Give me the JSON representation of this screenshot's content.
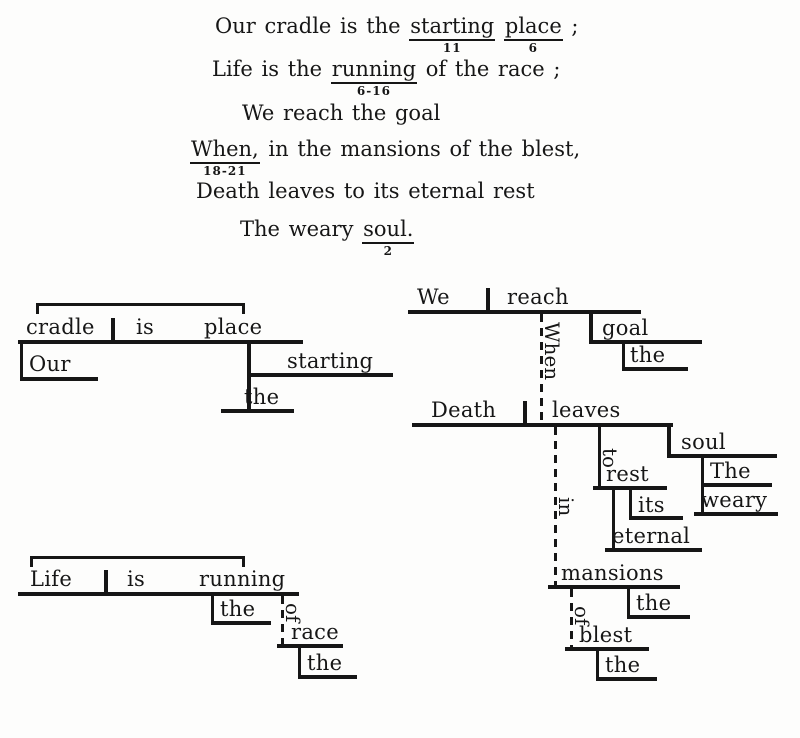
{
  "poem": {
    "lines": [
      {
        "segments": [
          {
            "text": "Our cradle is the "
          },
          {
            "text": "starting",
            "ref": "11"
          },
          {
            "text": " "
          },
          {
            "text": "place",
            "ref": "6"
          },
          {
            "text": " ;"
          }
        ]
      },
      {
        "segments": [
          {
            "text": "Life is the "
          },
          {
            "text": "running",
            "ref": "6-16"
          },
          {
            "text": " of the race ;"
          }
        ]
      },
      {
        "segments": [
          {
            "text": "We reach the goal"
          }
        ]
      },
      {
        "segments": [
          {
            "text": "When,",
            "ref": "18-21"
          },
          {
            "text": " in the mansions of the blest,"
          }
        ]
      },
      {
        "segments": [
          {
            "text": "Death leaves to its eternal rest"
          }
        ]
      },
      {
        "segments": [
          {
            "text": "The weary "
          },
          {
            "text": "soul.",
            "ref": "2"
          }
        ]
      }
    ]
  },
  "diagram_cradle": {
    "subject": "cradle",
    "verb": "is",
    "complement": "place",
    "mod_our": "Our",
    "mod_starting": "starting",
    "mod_the": "the"
  },
  "diagram_life": {
    "subject": "Life",
    "verb": "is",
    "complement": "running",
    "mod_the": "the",
    "prep_of": "of",
    "obj_race": "race",
    "race_the": "the"
  },
  "diagram_we_death": {
    "subject1": "We",
    "verb1": "reach",
    "obj_goal": "goal",
    "goal_the": "the",
    "conj_when": "When",
    "subject2": "Death",
    "verb2": "leaves",
    "obj_soul": "soul",
    "soul_the": "The",
    "soul_weary": "weary",
    "prep_to": "to",
    "obj_rest": "rest",
    "rest_its": "its",
    "rest_eternal": "eternal",
    "prep_in": "in",
    "obj_mansions": "mansions",
    "mansions_the": "the",
    "prep_of": "of",
    "obj_blest": "blest",
    "blest_the": "the"
  }
}
